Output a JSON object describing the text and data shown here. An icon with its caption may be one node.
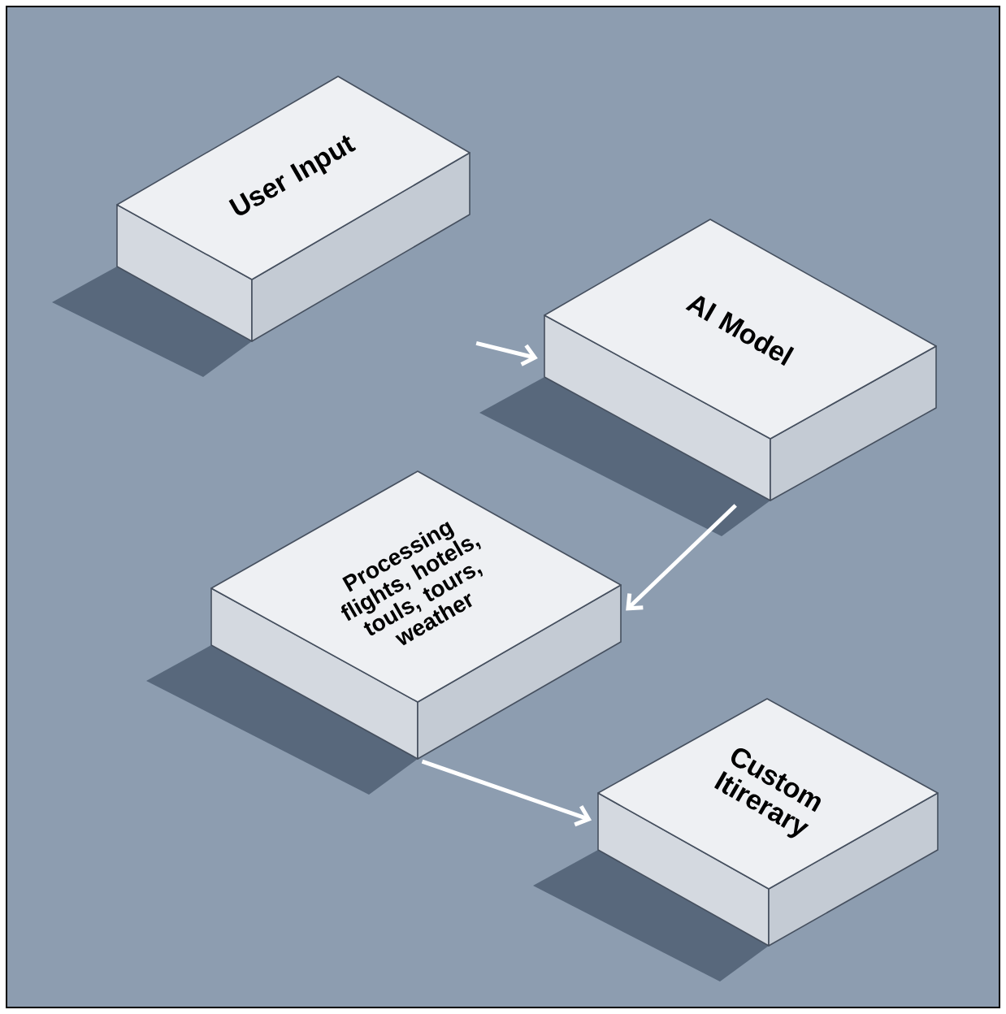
{
  "diagram": {
    "nodes": [
      {
        "text": [
          "User Input"
        ]
      },
      {
        "text": [
          "AI Model"
        ]
      },
      {
        "text": [
          "Processing flights, hotels, touls, tours, weather"
        ]
      },
      {
        "text": [
          "Custom Itirerary"
        ]
      }
    ],
    "edges": [
      {
        "from": 0,
        "to": 1,
        "arrow": "to"
      },
      {
        "from": 1,
        "to": 2,
        "arrow": "to"
      },
      {
        "from": 2,
        "to": 3,
        "arrow": "to"
      }
    ]
  }
}
